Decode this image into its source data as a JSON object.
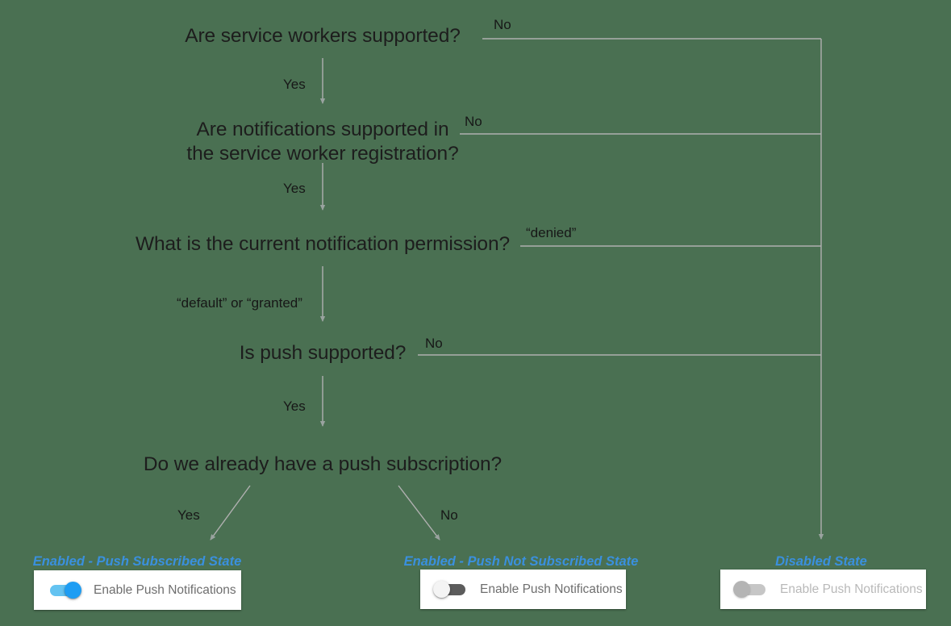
{
  "canvas": {
    "background_color": "#4a7052",
    "edge_color": "#b0b0b0",
    "text_color": "#1d1d1d",
    "accent_color": "#3a90de"
  },
  "nodes": [
    {
      "id": "q1",
      "text": "Are service workers supported?"
    },
    {
      "id": "q2",
      "text": "Are notifications supported in\nthe service worker registration?"
    },
    {
      "id": "q3",
      "text": "What is the current notification permission?"
    },
    {
      "id": "q4",
      "text": "Is push supported?"
    },
    {
      "id": "q5",
      "text": "Do we already have a push subscription?"
    }
  ],
  "edge_labels": [
    {
      "id": "e1-no",
      "text": "No"
    },
    {
      "id": "e1-yes",
      "text": "Yes"
    },
    {
      "id": "e2-no",
      "text": "No"
    },
    {
      "id": "e2-yes",
      "text": "Yes"
    },
    {
      "id": "e3-denied",
      "text": "“denied”"
    },
    {
      "id": "e3-default",
      "text": "“default” or “granted”"
    },
    {
      "id": "e4-no",
      "text": "No"
    },
    {
      "id": "e4-yes",
      "text": "Yes"
    },
    {
      "id": "e5-yes",
      "text": "Yes"
    },
    {
      "id": "e5-no",
      "text": "No"
    }
  ],
  "states": [
    {
      "id": "state-subscribed",
      "label": "Enabled - Push Subscribed State",
      "toggle": {
        "state": "on",
        "text": "Enable Push Notifications"
      }
    },
    {
      "id": "state-not-subscribed",
      "label": "Enabled - Push Not Subscribed State",
      "toggle": {
        "state": "off",
        "text": "Enable Push Notifications"
      }
    },
    {
      "id": "state-disabled",
      "label": "Disabled State",
      "toggle": {
        "state": "disabled",
        "text": "Enable Push Notifications"
      }
    }
  ]
}
